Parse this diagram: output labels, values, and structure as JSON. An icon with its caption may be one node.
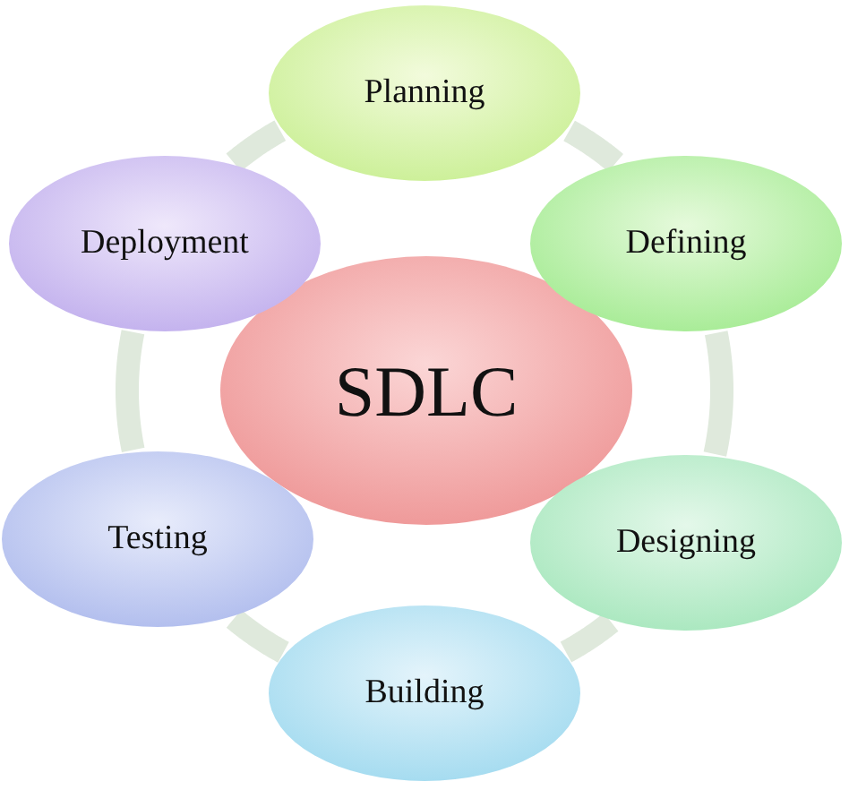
{
  "diagram": {
    "nodes": [
      {
        "text": [
          "SDLC"
        ]
      },
      {
        "text": [
          "Planning"
        ]
      },
      {
        "text": [
          "Defining"
        ]
      },
      {
        "text": [
          "Designing"
        ]
      },
      {
        "text": [
          "Building"
        ]
      },
      {
        "text": [
          "Testing"
        ]
      },
      {
        "text": [
          "Deployment"
        ]
      }
    ],
    "edges": [
      {
        "from": 1,
        "to": 2,
        "arrow": "none"
      },
      {
        "from": 2,
        "to": 3,
        "arrow": "none"
      },
      {
        "from": 3,
        "to": 4,
        "arrow": "none"
      },
      {
        "from": 4,
        "to": 5,
        "arrow": "none"
      },
      {
        "from": 5,
        "to": 6,
        "arrow": "none"
      },
      {
        "from": 6,
        "to": 1,
        "arrow": "none"
      }
    ]
  }
}
